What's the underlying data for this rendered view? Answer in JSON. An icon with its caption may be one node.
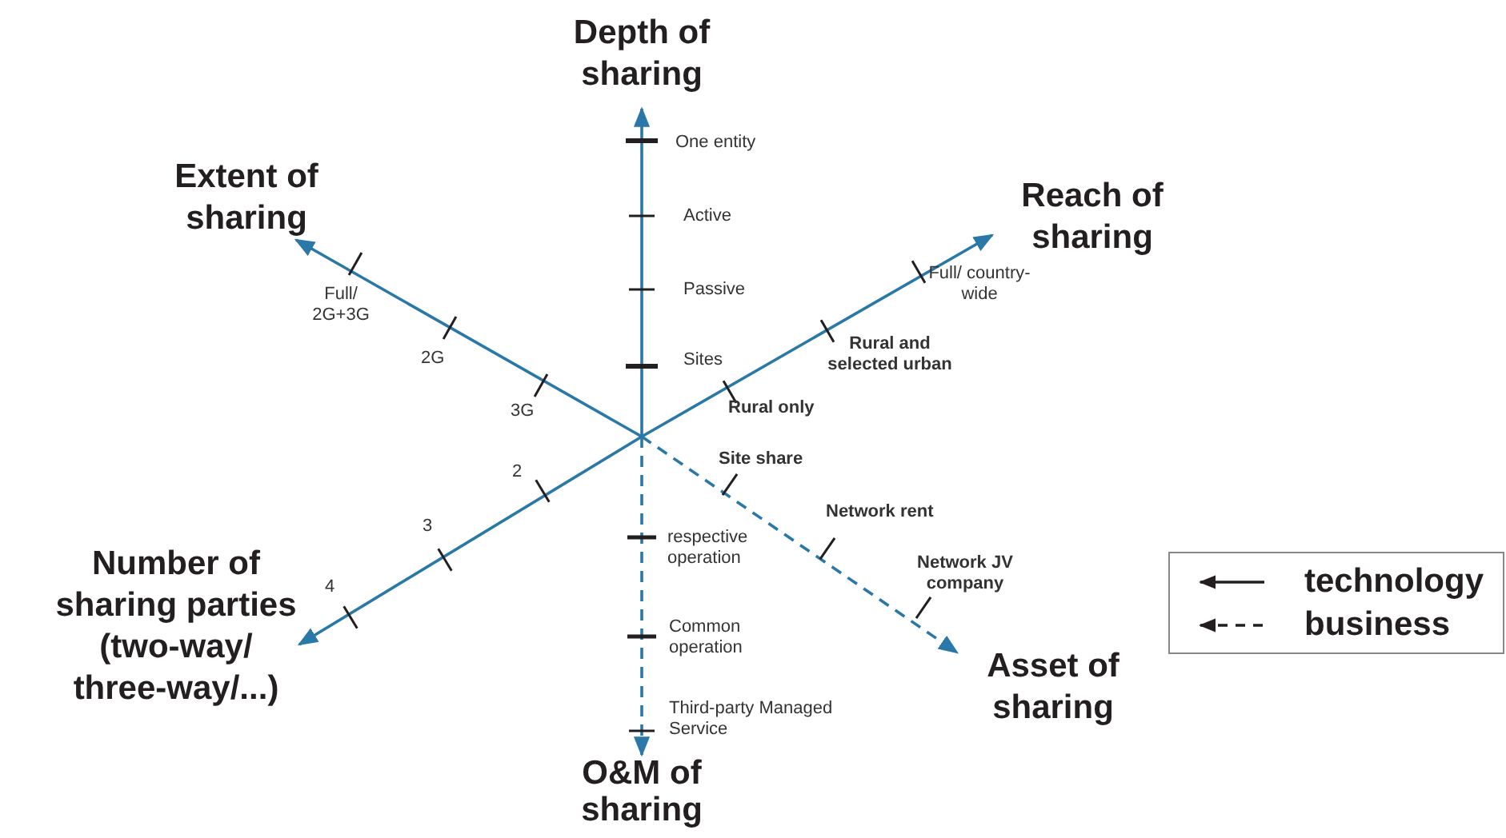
{
  "diagram": {
    "nodes": [
      {
        "text": [
          "Depth of sharing"
        ]
      },
      {
        "text": [
          "Extent of sharing"
        ]
      },
      {
        "text": [
          "Reach of sharing"
        ]
      },
      {
        "text": [
          "Number of",
          "sharing parties",
          "(two-way/ three-way/...)"
        ]
      },
      {
        "text": [
          "Asset of sharing"
        ]
      },
      {
        "text": [
          "O&M of sharing"
        ]
      }
    ],
    "edges": [
      {
        "from": null,
        "to": 0,
        "arrow": "to"
      },
      {
        "from": null,
        "to": 1,
        "arrow": "to"
      },
      {
        "from": null,
        "to": 2,
        "arrow": "to"
      },
      {
        "from": null,
        "to": 3,
        "arrow": "to"
      },
      {
        "from": null,
        "to": 4,
        "arrow": "to",
        "style": "dashed"
      },
      {
        "from": null,
        "to": 5,
        "arrow": "to",
        "style": "dashed"
      }
    ],
    "labels": [
      "One entity",
      "Active",
      "Passive",
      "Full/ country-wide",
      "Full/ 2G+3G",
      "Rural and selected urban",
      "2G",
      "Sites",
      "Rural only",
      "3G",
      "Site share",
      "2",
      "Network rent",
      "3",
      "respective operation",
      "Network JV company",
      "4",
      "Common operation",
      "Third-party Managed Service"
    ],
    "legend": [
      {
        "text": "technology"
      },
      {
        "text": "business"
      }
    ]
  }
}
